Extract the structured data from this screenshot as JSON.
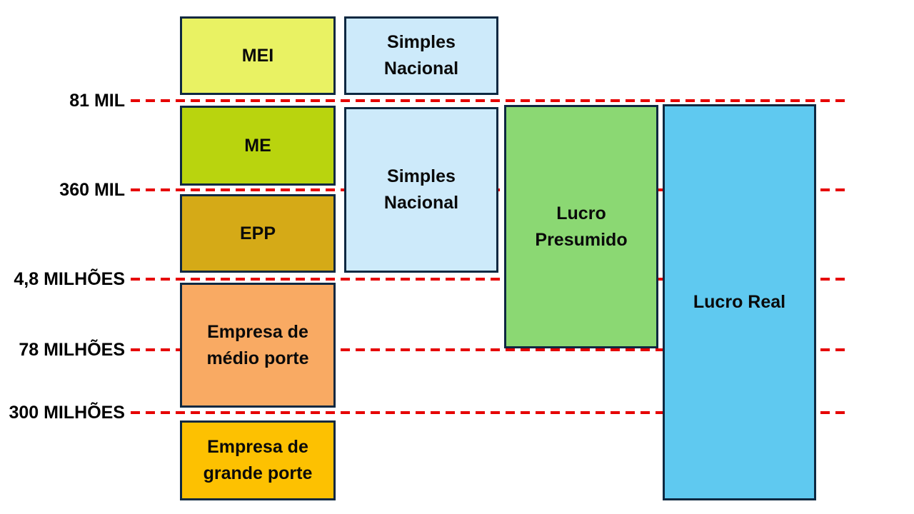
{
  "diagram": {
    "type": "revenue-threshold-diagram",
    "thresholds": [
      {
        "label": "81 MIL"
      },
      {
        "label": "360 MIL"
      },
      {
        "label": "4,8 MILHÕES"
      },
      {
        "label": "78 MILHÕES"
      },
      {
        "label": "300 MILHÕES"
      }
    ],
    "company_size_boxes": [
      {
        "label": "MEI",
        "fill": "#e9f263",
        "range": "0 – 81 MIL"
      },
      {
        "label": "ME",
        "fill": "#b9d40e",
        "range": "81 MIL – 360 MIL"
      },
      {
        "label": "EPP",
        "fill": "#d5aa17",
        "range": "360 MIL – 4,8 MILHÕES"
      },
      {
        "label": "Empresa de\nmédio porte",
        "fill": "#f9aa63",
        "range": "4,8 MILHÕES – 300 MILHÕES"
      },
      {
        "label": "Empresa de\ngrande porte",
        "fill": "#fdc101",
        "range": "acima de 300 MILHÕES"
      }
    ],
    "tax_regime_boxes": [
      {
        "label": "Simples\nNacional",
        "fill": "#cdeafa",
        "range": "0 – 81 MIL"
      },
      {
        "label": "Simples\nNacional",
        "fill": "#cdeafa",
        "range": "81 MIL – 4,8 MILHÕES"
      },
      {
        "label": "Lucro\nPresumido",
        "fill": "#8bd873",
        "range": "81 MIL – 78 MILHÕES"
      },
      {
        "label": "Lucro Real",
        "fill": "#5fc9f0",
        "range": "acima de 81 MIL"
      }
    ],
    "colors": {
      "background": "#ffffff",
      "box_border": "#0e2841",
      "dashed_line": "#e60000",
      "text": "#000000"
    }
  }
}
